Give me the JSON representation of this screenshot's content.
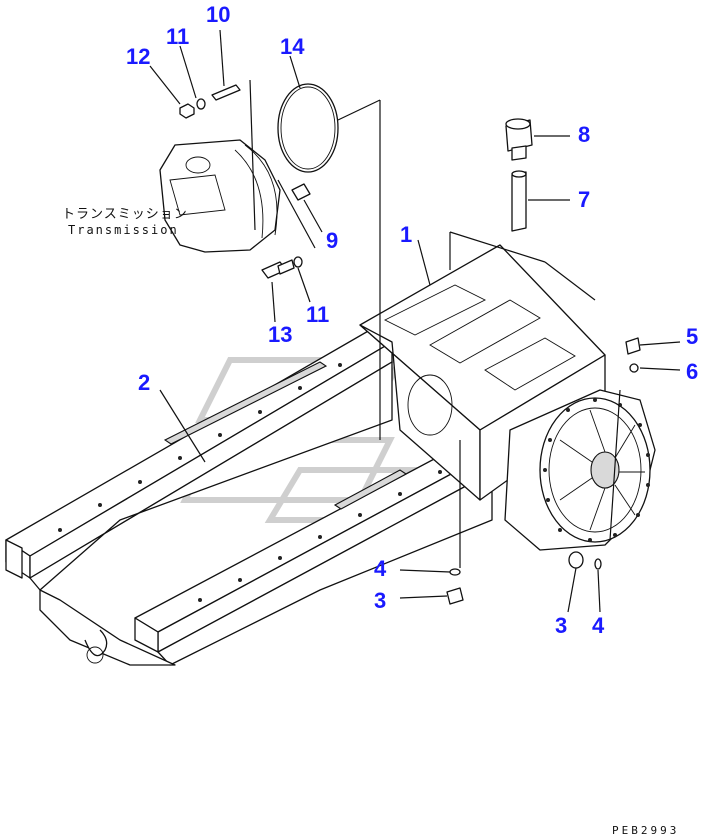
{
  "diagram": {
    "transmission_label_jp": "トランスミッション",
    "transmission_label_en": "Transmission",
    "code": "PEB2993",
    "callouts": [
      {
        "id": "c10",
        "text": "10"
      },
      {
        "id": "c11a",
        "text": "11"
      },
      {
        "id": "c12",
        "text": "12"
      },
      {
        "id": "c14",
        "text": "14"
      },
      {
        "id": "c8",
        "text": "8"
      },
      {
        "id": "c7",
        "text": "7"
      },
      {
        "id": "c9",
        "text": "9"
      },
      {
        "id": "c1",
        "text": "1"
      },
      {
        "id": "c13",
        "text": "13"
      },
      {
        "id": "c11b",
        "text": "11"
      },
      {
        "id": "c5",
        "text": "5"
      },
      {
        "id": "c6",
        "text": "6"
      },
      {
        "id": "c2",
        "text": "2"
      },
      {
        "id": "c4a",
        "text": "4"
      },
      {
        "id": "c3a",
        "text": "3"
      },
      {
        "id": "c3b",
        "text": "3"
      },
      {
        "id": "c4b",
        "text": "4"
      }
    ]
  }
}
